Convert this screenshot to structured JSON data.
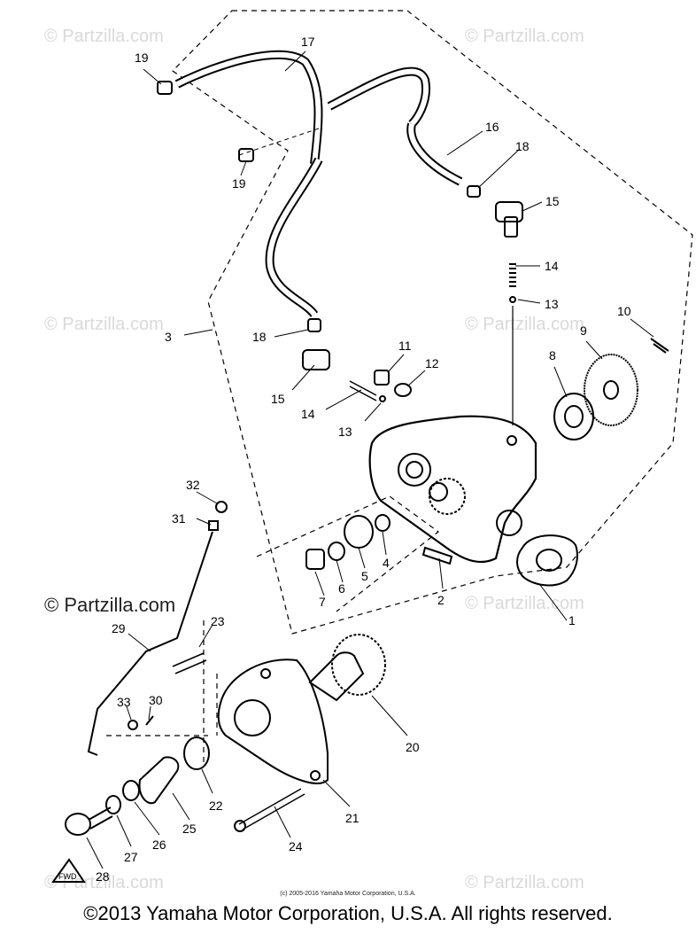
{
  "watermark": "© Partzilla.com",
  "callouts": [
    {
      "id": "1",
      "label": "1"
    },
    {
      "id": "2",
      "label": "2"
    },
    {
      "id": "3",
      "label": "3"
    },
    {
      "id": "4",
      "label": "4"
    },
    {
      "id": "5",
      "label": "5"
    },
    {
      "id": "6",
      "label": "6"
    },
    {
      "id": "7",
      "label": "7"
    },
    {
      "id": "8",
      "label": "8"
    },
    {
      "id": "9",
      "label": "9"
    },
    {
      "id": "10",
      "label": "10"
    },
    {
      "id": "11",
      "label": "11"
    },
    {
      "id": "12",
      "label": "12"
    },
    {
      "id": "13a",
      "label": "13"
    },
    {
      "id": "13b",
      "label": "13"
    },
    {
      "id": "14a",
      "label": "14"
    },
    {
      "id": "14b",
      "label": "14"
    },
    {
      "id": "15a",
      "label": "15"
    },
    {
      "id": "15b",
      "label": "15"
    },
    {
      "id": "16",
      "label": "16"
    },
    {
      "id": "17",
      "label": "17"
    },
    {
      "id": "18a",
      "label": "18"
    },
    {
      "id": "18b",
      "label": "18"
    },
    {
      "id": "19a",
      "label": "19"
    },
    {
      "id": "19b",
      "label": "19"
    },
    {
      "id": "20",
      "label": "20"
    },
    {
      "id": "21",
      "label": "21"
    },
    {
      "id": "22",
      "label": "22"
    },
    {
      "id": "23",
      "label": "23"
    },
    {
      "id": "24",
      "label": "24"
    },
    {
      "id": "25",
      "label": "25"
    },
    {
      "id": "26",
      "label": "26"
    },
    {
      "id": "27",
      "label": "27"
    },
    {
      "id": "28",
      "label": "28"
    },
    {
      "id": "29",
      "label": "29"
    },
    {
      "id": "30",
      "label": "30"
    },
    {
      "id": "31",
      "label": "31"
    },
    {
      "id": "32",
      "label": "32"
    },
    {
      "id": "33",
      "label": "33"
    }
  ],
  "fwd_label": "FWD",
  "small_copyright": "(c) 2005-2016 Yamaha Motor Corporation, U.S.A.",
  "copyright": "©2013 Yamaha Motor Corporation, U.S.A. All rights reserved."
}
